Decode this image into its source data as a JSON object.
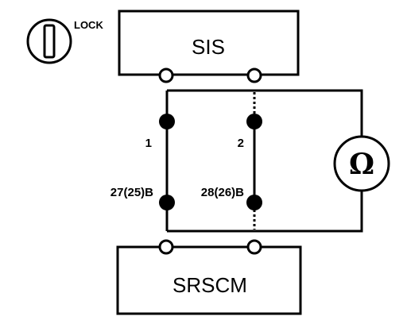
{
  "ignition": {
    "label": "LOCK",
    "icon": "ignition-key-icon"
  },
  "units": {
    "top": "SIS",
    "bottom": "SRSCM"
  },
  "pins": {
    "top_left": "1",
    "top_right": "2",
    "bottom_left": "27(25)B",
    "bottom_right": "28(26)B"
  },
  "meter": {
    "symbol": "Ω",
    "icon": "ohmmeter-icon"
  },
  "colors": {
    "line": "#000000",
    "background": "#ffffff"
  }
}
